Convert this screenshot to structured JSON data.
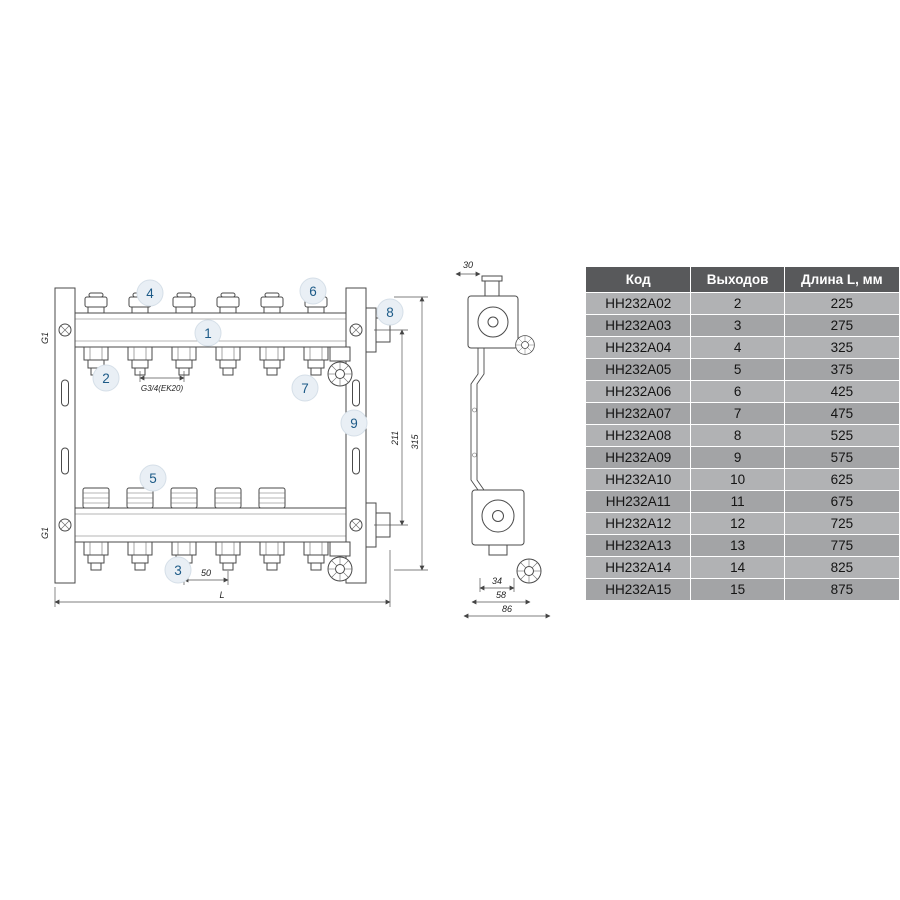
{
  "table": {
    "headers": [
      "Код",
      "Выходов",
      "Длина L, мм"
    ],
    "rows": [
      {
        "code": "HH232A02",
        "outputs": "2",
        "length": "225"
      },
      {
        "code": "HH232A03",
        "outputs": "3",
        "length": "275"
      },
      {
        "code": "HH232A04",
        "outputs": "4",
        "length": "325"
      },
      {
        "code": "HH232A05",
        "outputs": "5",
        "length": "375"
      },
      {
        "code": "HH232A06",
        "outputs": "6",
        "length": "425"
      },
      {
        "code": "HH232A07",
        "outputs": "7",
        "length": "475"
      },
      {
        "code": "HH232A08",
        "outputs": "8",
        "length": "525"
      },
      {
        "code": "HH232A09",
        "outputs": "9",
        "length": "575"
      },
      {
        "code": "HH232A10",
        "outputs": "10",
        "length": "625"
      },
      {
        "code": "HH232A11",
        "outputs": "11",
        "length": "675"
      },
      {
        "code": "HH232A12",
        "outputs": "12",
        "length": "725"
      },
      {
        "code": "HH232A13",
        "outputs": "13",
        "length": "775"
      },
      {
        "code": "HH232A14",
        "outputs": "14",
        "length": "825"
      },
      {
        "code": "HH232A15",
        "outputs": "15",
        "length": "875"
      }
    ]
  },
  "drawing": {
    "callouts": [
      "1",
      "2",
      "3",
      "4",
      "5",
      "6",
      "7",
      "8",
      "9"
    ],
    "dims": {
      "g1_top": "G1",
      "g1_bottom": "G1",
      "g34": "G3/4(EK20)",
      "d50": "50",
      "d211": "211",
      "d315": "315",
      "L": "L",
      "d30": "30",
      "d34": "34",
      "d58": "58",
      "d86": "86"
    },
    "colors": {
      "callout_bg": "#e9eff5",
      "callout_text": "#1c5a87",
      "table_header_bg": "#58595b"
    }
  }
}
